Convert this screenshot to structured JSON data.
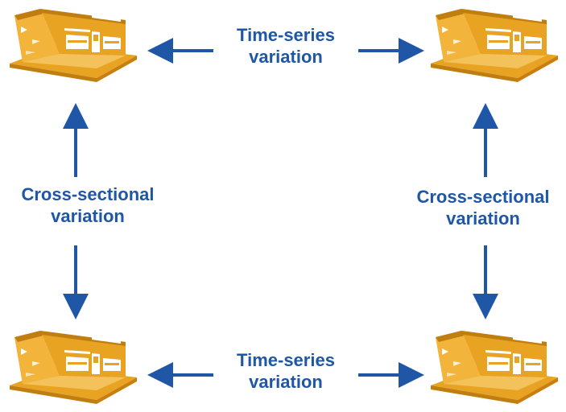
{
  "diagram": {
    "top_label": {
      "line1": "Time-series",
      "line2": "variation"
    },
    "bottom_label": {
      "line1": "Time-series",
      "line2": "variation"
    },
    "left_label": {
      "line1": "Cross-sectional",
      "line2": "variation"
    },
    "right_label": {
      "line1": "Cross-sectional",
      "line2": "variation"
    },
    "store_icon": "store-building-icon",
    "colors": {
      "arrow": "#1f57a6",
      "text": "#1f57a6",
      "store": "#e8a322",
      "store_dark": "#c07d10"
    }
  }
}
